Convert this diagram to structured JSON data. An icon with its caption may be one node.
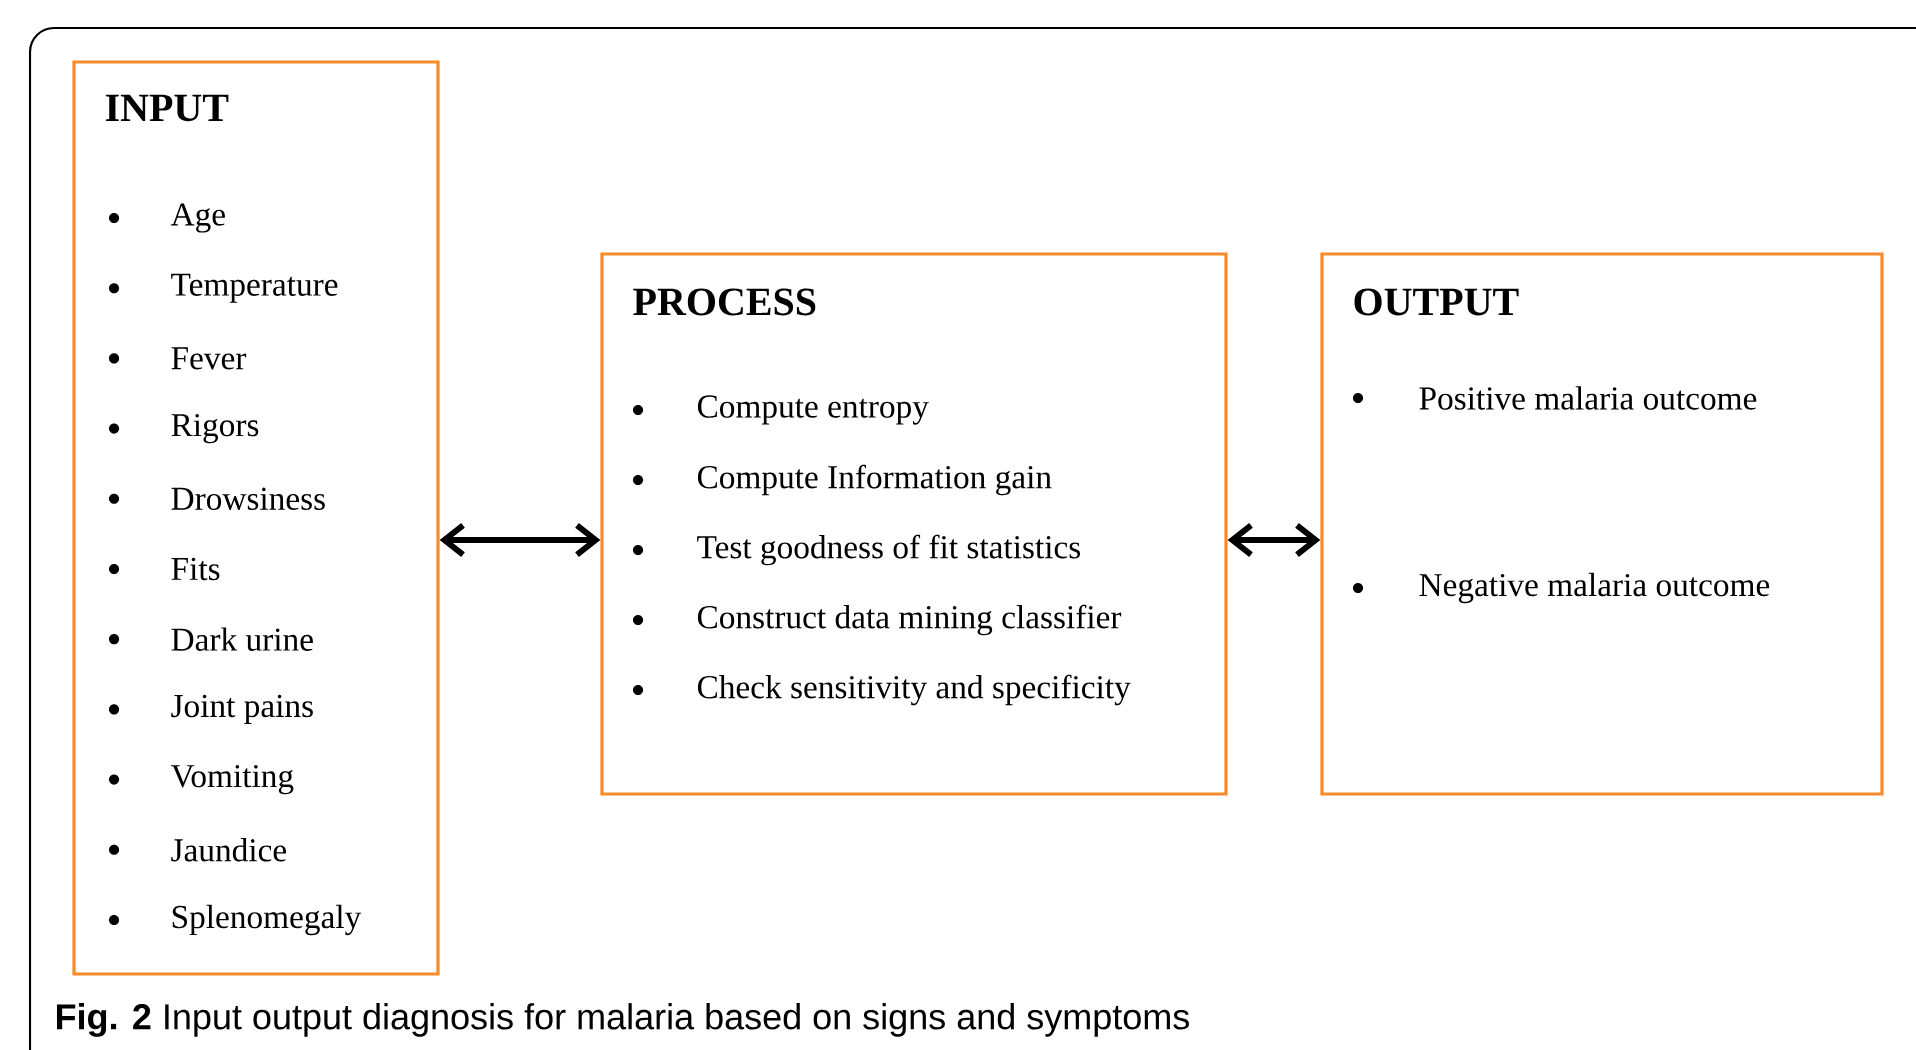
{
  "diagram": {
    "caption": "**Fig. 2** Input output diagnosis for malaria based on signs and symptoms",
    "nodes": [
      {
        "text": [
          "INPUT",
          "Age",
          "Temperature",
          "Fever",
          "Rigors",
          "Drowsiness",
          "Fits",
          "Dark urine",
          "Joint pains",
          "Vomiting",
          "Jaundice",
          "Splenomegaly"
        ]
      },
      {
        "text": [
          "PROCESS",
          "Compute entropy",
          "Compute Information gain",
          "Test goodness of fit statistics",
          "Construct data mining classifier",
          "Check sensitivity and specificity"
        ]
      },
      {
        "text": [
          "OUTPUT",
          "Positive malaria outcome",
          "Negative malaria outcome"
        ]
      }
    ],
    "edges": [
      {
        "from": 0,
        "to": 1,
        "arrow": "both"
      },
      {
        "from": 1,
        "to": 2,
        "arrow": "both"
      }
    ]
  }
}
